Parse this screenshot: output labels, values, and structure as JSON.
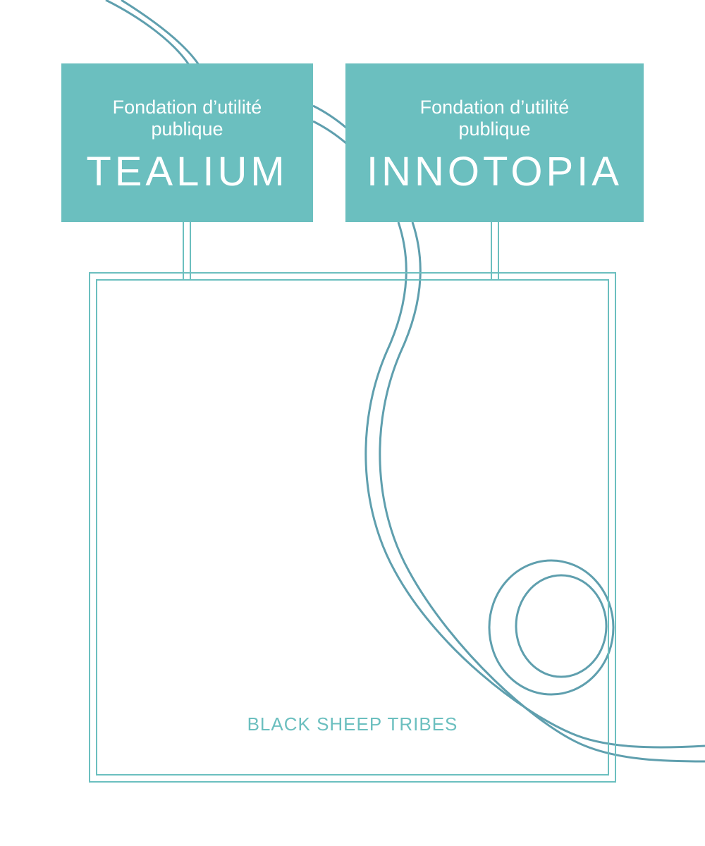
{
  "diagram": {
    "colors": {
      "box_fill": "#6bbfbf",
      "box_text": "#ffffff",
      "frame_stroke": "#6bbfbf",
      "curve_stroke": "#5f9fae",
      "footer_text": "#6bbfbf"
    },
    "foundations": [
      {
        "subtitle_line1": "Fondation d’utilité",
        "subtitle_line2": "publique",
        "name": "TEALIUM"
      },
      {
        "subtitle_line1": "Fondation d’utilité",
        "subtitle_line2": "publique",
        "name": "INNOTOPIA"
      }
    ],
    "footer_label": "BLACK SHEEP TRIBES"
  }
}
